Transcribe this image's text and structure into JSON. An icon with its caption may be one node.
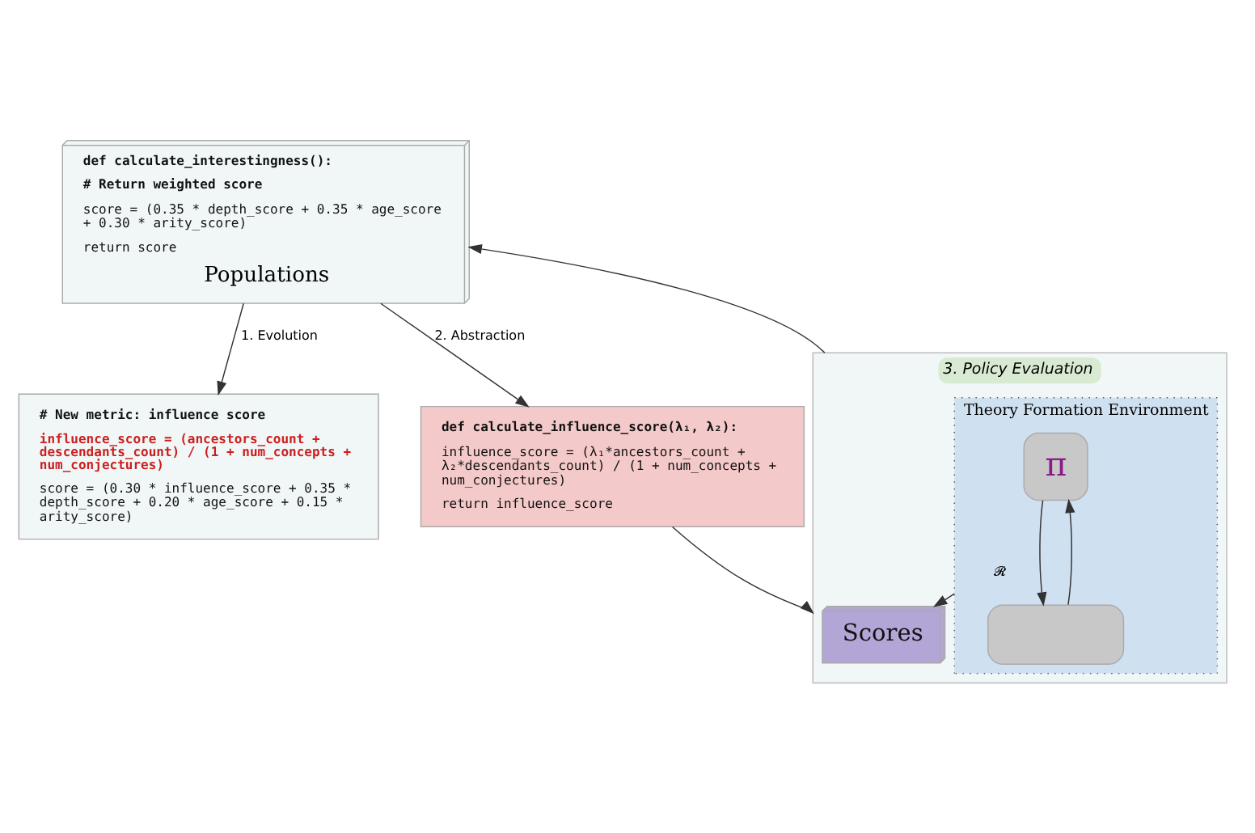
{
  "diagram": {
    "nodes": [
      {
        "text": [
          "def calculate_interestingness():",
          "# Return weighted score",
          "score = (0.35 * depth_score + 0.35 * age_score  + 0.30 * arity_score)",
          "return score",
          "Populations"
        ]
      },
      {
        "text": [
          "# New metric: influence score",
          "influence_score = (ancestors_count + descendants_count) / (1 + num_concepts + num_conjectures)",
          "score = (0.30 * influence_score + 0.35 * depth_score + 0.20 * age_score + 0.15 * arity_score)"
        ]
      },
      {
        "text": [
          "def calculate_influence_score(λ₁, λ₂):",
          "influence_score = (λ₁*ancestors_count + λ₂*descendants_count) / (1 + num_concepts + num_conjectures)",
          "return influence_score"
        ]
      },
      {
        "text": [
          "3. Policy Evaluation"
        ]
      },
      {
        "text": [
          "Scores"
        ],
        "in": 3
      },
      {
        "text": [
          "Theory Formation Environment"
        ],
        "in": 3
      },
      {
        "text": [
          "π"
        ],
        "in": 5
      },
      {
        "text": [],
        "shape": "box",
        "in": 5
      }
    ],
    "edges": [
      {
        "from": 0,
        "to": 1,
        "arrow": "to",
        "label": "1. Evolution"
      },
      {
        "from": 0,
        "to": 2,
        "arrow": "to",
        "label": "2. Abstraction"
      },
      {
        "from": 2,
        "to": 3,
        "arrow": "to"
      },
      {
        "from": 3,
        "to": 0,
        "arrow": "to"
      },
      {
        "from": 7,
        "to": 6,
        "arrow": "to"
      },
      {
        "from": 6,
        "to": 7,
        "arrow": "to"
      },
      {
        "from": 5,
        "to": 4,
        "arrow": "to",
        "label": "𝓡"
      }
    ]
  }
}
